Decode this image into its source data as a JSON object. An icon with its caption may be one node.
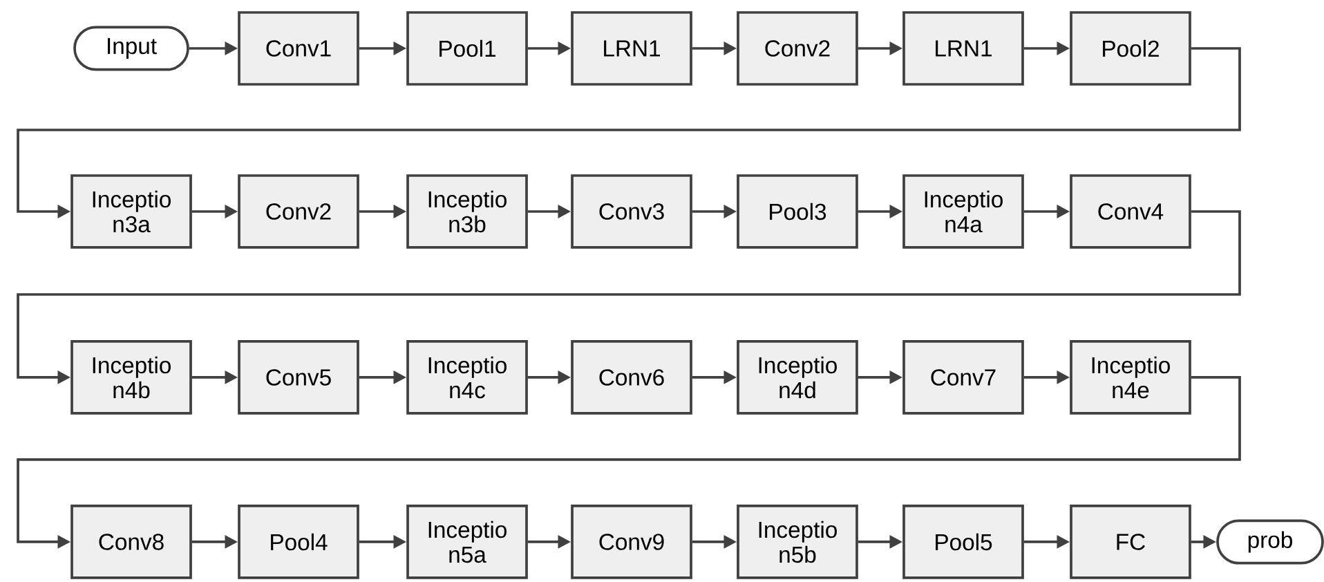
{
  "diagram": {
    "nodes": [
      {
        "text": [
          "Input"
        ]
      },
      {
        "text": [
          "Conv1"
        ]
      },
      {
        "text": [
          "Pool1"
        ]
      },
      {
        "text": [
          "LRN1"
        ]
      },
      {
        "text": [
          "Conv2"
        ]
      },
      {
        "text": [
          "LRN1"
        ]
      },
      {
        "text": [
          "Pool2"
        ]
      },
      {
        "text": [
          "Inceptio n3a"
        ]
      },
      {
        "text": [
          "Conv2"
        ]
      },
      {
        "text": [
          "Inceptio n3b"
        ]
      },
      {
        "text": [
          "Conv3"
        ]
      },
      {
        "text": [
          "Pool3"
        ]
      },
      {
        "text": [
          "Inceptio n4a"
        ]
      },
      {
        "text": [
          "Conv4"
        ]
      },
      {
        "text": [
          "Inceptio n4b"
        ]
      },
      {
        "text": [
          "Conv5"
        ]
      },
      {
        "text": [
          "Inceptio n4c"
        ]
      },
      {
        "text": [
          "Conv6"
        ]
      },
      {
        "text": [
          "Inceptio n4d"
        ]
      },
      {
        "text": [
          "Conv7"
        ]
      },
      {
        "text": [
          "Inceptio n4e"
        ]
      },
      {
        "text": [
          "Conv8"
        ]
      },
      {
        "text": [
          "Pool4"
        ]
      },
      {
        "text": [
          "Inceptio n5a"
        ]
      },
      {
        "text": [
          "Conv9"
        ]
      },
      {
        "text": [
          "Inceptio n5b"
        ]
      },
      {
        "text": [
          "Pool5"
        ]
      },
      {
        "text": [
          "FC"
        ]
      },
      {
        "text": [
          "prob"
        ]
      }
    ],
    "edges": [
      {
        "from": 0,
        "to": 1,
        "arrow": "to"
      },
      {
        "from": 1,
        "to": 2,
        "arrow": "to"
      },
      {
        "from": 2,
        "to": 3,
        "arrow": "to"
      },
      {
        "from": 3,
        "to": 4,
        "arrow": "to"
      },
      {
        "from": 4,
        "to": 5,
        "arrow": "to"
      },
      {
        "from": 5,
        "to": 6,
        "arrow": "to"
      },
      {
        "from": 6,
        "to": 7,
        "arrow": "to"
      },
      {
        "from": 7,
        "to": 8,
        "arrow": "to"
      },
      {
        "from": 8,
        "to": 9,
        "arrow": "to"
      },
      {
        "from": 9,
        "to": 10,
        "arrow": "to"
      },
      {
        "from": 10,
        "to": 11,
        "arrow": "to"
      },
      {
        "from": 11,
        "to": 12,
        "arrow": "to"
      },
      {
        "from": 12,
        "to": 13,
        "arrow": "to"
      },
      {
        "from": 13,
        "to": 14,
        "arrow": "to"
      },
      {
        "from": 14,
        "to": 15,
        "arrow": "to"
      },
      {
        "from": 15,
        "to": 16,
        "arrow": "to"
      },
      {
        "from": 16,
        "to": 17,
        "arrow": "to"
      },
      {
        "from": 17,
        "to": 18,
        "arrow": "to"
      },
      {
        "from": 18,
        "to": 19,
        "arrow": "to"
      },
      {
        "from": 19,
        "to": 20,
        "arrow": "to"
      },
      {
        "from": 20,
        "to": 21,
        "arrow": "to"
      },
      {
        "from": 21,
        "to": 22,
        "arrow": "to"
      },
      {
        "from": 22,
        "to": 23,
        "arrow": "to"
      },
      {
        "from": 23,
        "to": 24,
        "arrow": "to"
      },
      {
        "from": 24,
        "to": 25,
        "arrow": "to"
      },
      {
        "from": 25,
        "to": 26,
        "arrow": "to"
      },
      {
        "from": 26,
        "to": 27,
        "arrow": "to"
      },
      {
        "from": 27,
        "to": 28,
        "arrow": "to"
      }
    ]
  }
}
